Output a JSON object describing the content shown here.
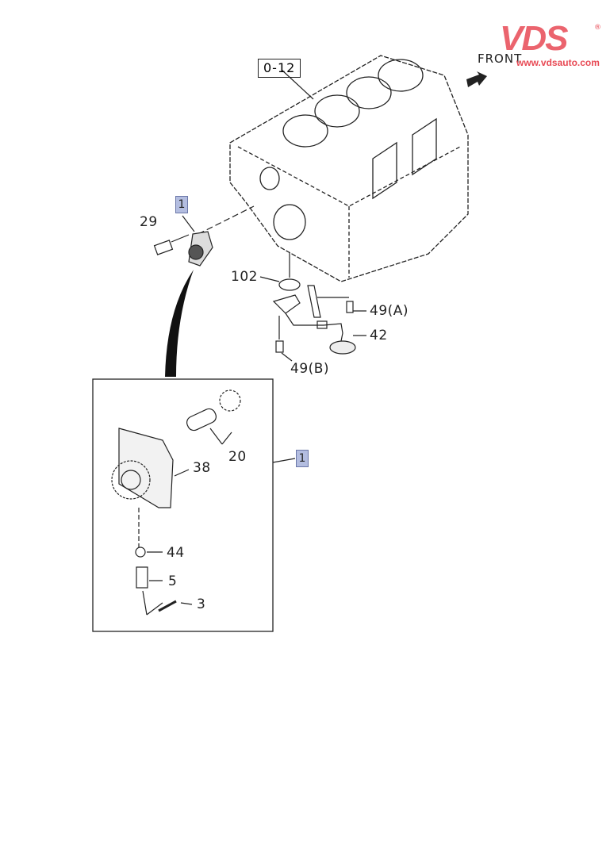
{
  "diagram": {
    "reference_label": "0-12",
    "front_label": "FRONT",
    "watermark": {
      "logo": "VDS",
      "registered": "®",
      "url": "www.vdsauto.com",
      "color": "#e84a55"
    },
    "callouts": {
      "main": "1",
      "detail": "1"
    },
    "parts": {
      "p29": "29",
      "p102": "102",
      "p49a": "49(A)",
      "p42": "42",
      "p49b": "49(B)",
      "p20": "20",
      "p38": "38",
      "p44": "44",
      "p5": "5",
      "p3": "3"
    },
    "callout_color": "#b3bde0"
  }
}
